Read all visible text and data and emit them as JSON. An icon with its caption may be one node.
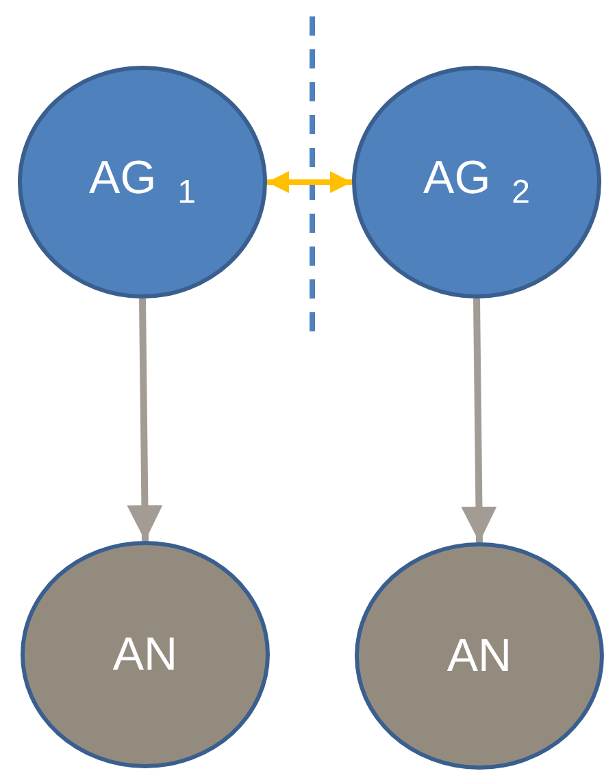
{
  "diagram": {
    "nodes": [
      {
        "text": [
          "AG $_{1}$"
        ]
      },
      {
        "text": [
          "AG $_{2}$"
        ]
      },
      {
        "text": [
          "AN"
        ]
      },
      {
        "text": [
          "AN"
        ]
      }
    ],
    "edges": [
      {
        "from": 0,
        "to": 1,
        "arrow": "both",
        "color": "#ffc000"
      },
      {
        "from": 0,
        "to": 2,
        "arrow": "to"
      },
      {
        "from": 1,
        "to": 3,
        "arrow": "to"
      }
    ]
  }
}
